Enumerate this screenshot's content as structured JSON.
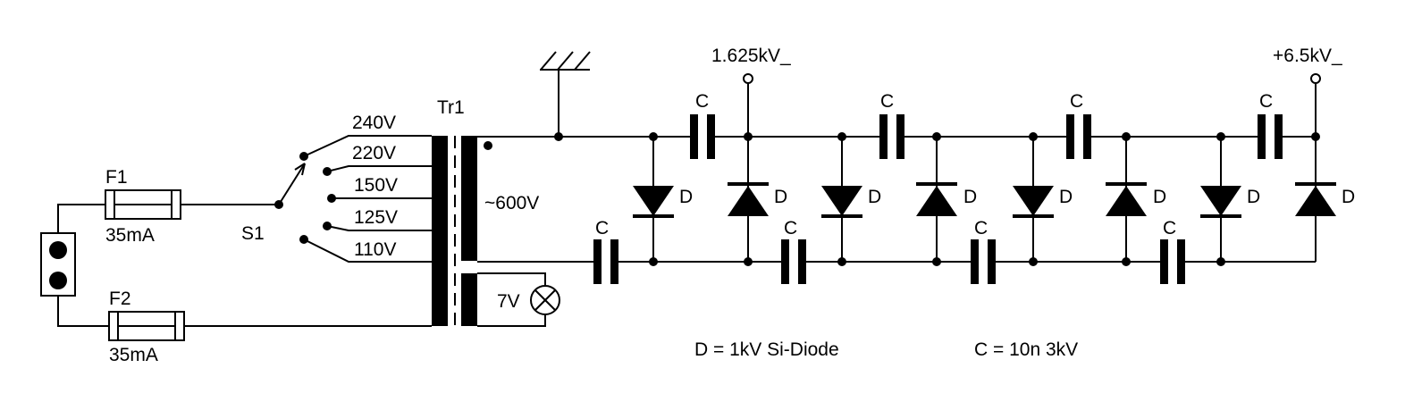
{
  "labels": {
    "fuse1": "F1",
    "fuse1_rating": "35mA",
    "fuse2": "F2",
    "fuse2_rating": "35mA",
    "switch": "S1",
    "transformer": "Tr1",
    "taps": [
      "240V",
      "220V",
      "150V",
      "125V",
      "110V"
    ],
    "secondary": "~600V",
    "lamp": "7V",
    "out1": "1.625kV_",
    "out2": "+6.5kV_",
    "cap": "C",
    "diode": "D",
    "legend_d": "D = 1kV Si-Diode",
    "legend_c": "C = 10n 3kV"
  }
}
